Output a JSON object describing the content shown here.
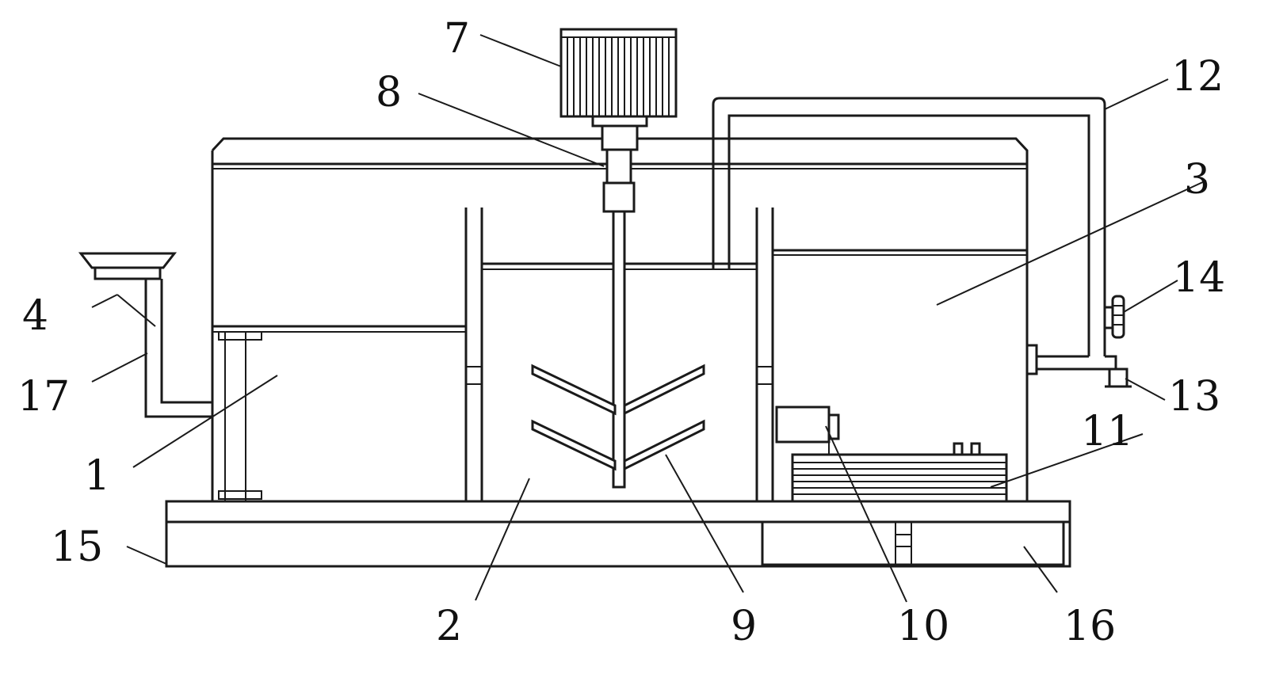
{
  "labels": {
    "l1": "1",
    "l2": "2",
    "l3": "3",
    "l4": "4",
    "l7": "7",
    "l8": "8",
    "l9": "9",
    "l10": "10",
    "l11": "11",
    "l12": "12",
    "l13": "13",
    "l14": "14",
    "l15": "15",
    "l16": "16",
    "l17": "17"
  },
  "colors": {
    "line": "#1a1a1a",
    "background": "#ffffff"
  }
}
